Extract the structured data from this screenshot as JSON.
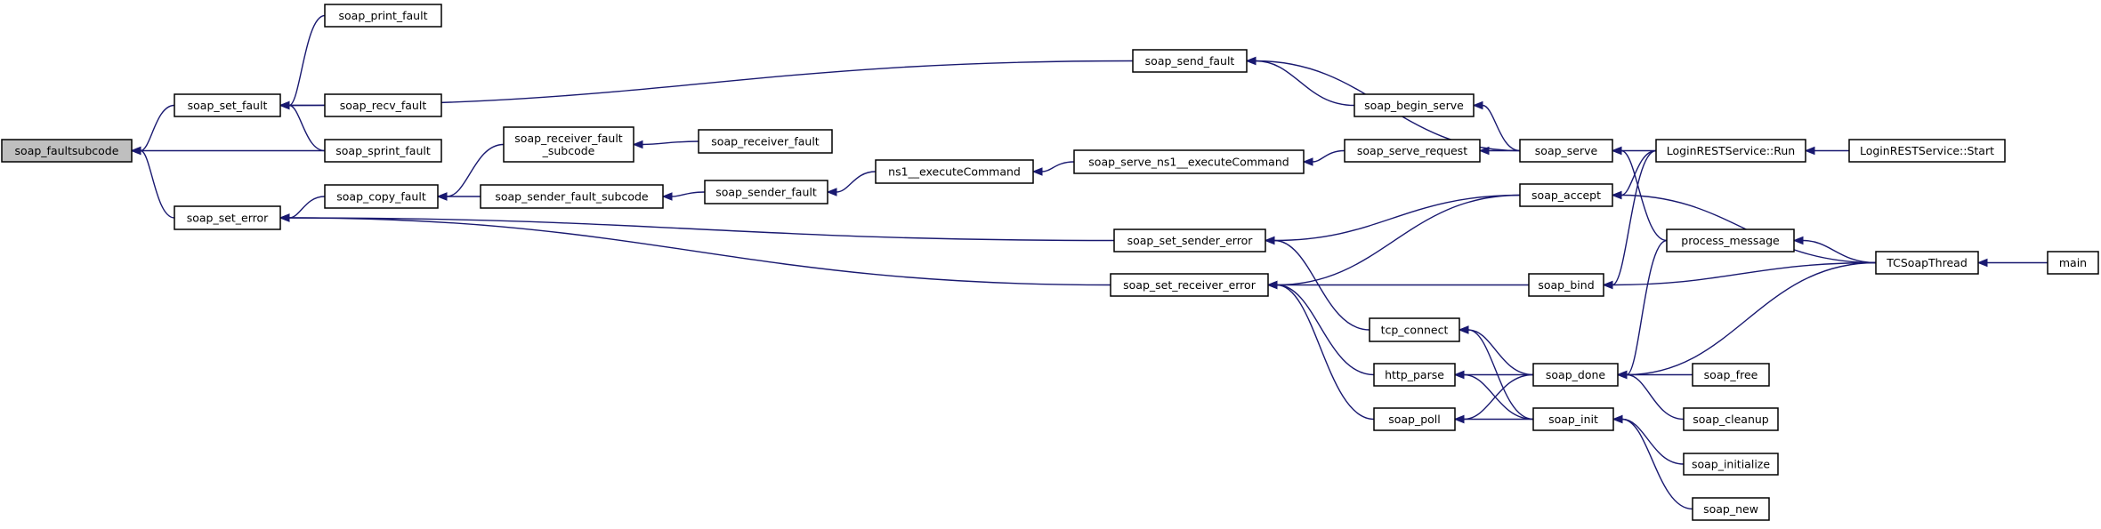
{
  "graph": {
    "title": "",
    "highlight_node": "soap_faultsubcode",
    "edge_color": "#191970",
    "nodes": [
      {
        "id": "soap_faultsubcode",
        "lines": [
          "soap_faultsubcode"
        ]
      },
      {
        "id": "soap_print_fault",
        "lines": [
          "soap_print_fault"
        ]
      },
      {
        "id": "soap_set_fault",
        "lines": [
          "soap_set_fault"
        ]
      },
      {
        "id": "soap_recv_fault",
        "lines": [
          "soap_recv_fault"
        ]
      },
      {
        "id": "soap_sprint_fault",
        "lines": [
          "soap_sprint_fault"
        ]
      },
      {
        "id": "soap_send_fault",
        "lines": [
          "soap_send_fault"
        ]
      },
      {
        "id": "soap_begin_serve",
        "lines": [
          "soap_begin_serve"
        ]
      },
      {
        "id": "soap_serve",
        "lines": [
          "soap_serve"
        ]
      },
      {
        "id": "LoginRESTService_Run",
        "lines": [
          "LoginRESTService::Run"
        ]
      },
      {
        "id": "LoginRESTService_Start",
        "lines": [
          "LoginRESTService::Start"
        ]
      },
      {
        "id": "soap_receiver_fault_subcode",
        "lines": [
          "soap_receiver_fault",
          "_subcode"
        ]
      },
      {
        "id": "soap_receiver_fault",
        "lines": [
          "soap_receiver_fault"
        ]
      },
      {
        "id": "soap_set_error",
        "lines": [
          "soap_set_error"
        ]
      },
      {
        "id": "soap_copy_fault",
        "lines": [
          "soap_copy_fault"
        ]
      },
      {
        "id": "soap_sender_fault_subcode",
        "lines": [
          "soap_sender_fault_subcode"
        ]
      },
      {
        "id": "soap_sender_fault",
        "lines": [
          "soap_sender_fault"
        ]
      },
      {
        "id": "ns1__executeCommand",
        "lines": [
          "ns1__executeCommand"
        ]
      },
      {
        "id": "soap_serve_ns1__executeCommand",
        "lines": [
          "soap_serve_ns1__executeCommand"
        ]
      },
      {
        "id": "soap_serve_request",
        "lines": [
          "soap_serve_request"
        ]
      },
      {
        "id": "soap_accept",
        "lines": [
          "soap_accept"
        ]
      },
      {
        "id": "soap_set_sender_error",
        "lines": [
          "soap_set_sender_error"
        ]
      },
      {
        "id": "process_message",
        "lines": [
          "process_message"
        ]
      },
      {
        "id": "TCSoapThread",
        "lines": [
          "TCSoapThread"
        ]
      },
      {
        "id": "main",
        "lines": [
          "main"
        ]
      },
      {
        "id": "soap_set_receiver_error",
        "lines": [
          "soap_set_receiver_error"
        ]
      },
      {
        "id": "soap_bind",
        "lines": [
          "soap_bind"
        ]
      },
      {
        "id": "tcp_connect",
        "lines": [
          "tcp_connect"
        ]
      },
      {
        "id": "http_parse",
        "lines": [
          "http_parse"
        ]
      },
      {
        "id": "soap_done",
        "lines": [
          "soap_done"
        ]
      },
      {
        "id": "soap_free",
        "lines": [
          "soap_free"
        ]
      },
      {
        "id": "soap_cleanup",
        "lines": [
          "soap_cleanup"
        ]
      },
      {
        "id": "soap_poll",
        "lines": [
          "soap_poll"
        ]
      },
      {
        "id": "soap_init",
        "lines": [
          "soap_init"
        ]
      },
      {
        "id": "soap_initialize",
        "lines": [
          "soap_initialize"
        ]
      },
      {
        "id": "soap_new",
        "lines": [
          "soap_new"
        ]
      }
    ],
    "edges": [
      [
        "soap_set_fault",
        "soap_faultsubcode"
      ],
      [
        "soap_set_error",
        "soap_faultsubcode"
      ],
      [
        "soap_sprint_fault",
        "soap_faultsubcode"
      ],
      [
        "soap_print_fault",
        "soap_set_fault"
      ],
      [
        "soap_recv_fault",
        "soap_set_fault"
      ],
      [
        "soap_sprint_fault",
        "soap_set_fault"
      ],
      [
        "soap_send_fault",
        "soap_set_fault"
      ],
      [
        "soap_begin_serve",
        "soap_send_fault"
      ],
      [
        "soap_serve",
        "soap_send_fault"
      ],
      [
        "soap_serve",
        "soap_begin_serve"
      ],
      [
        "LoginRESTService_Run",
        "soap_serve"
      ],
      [
        "process_message",
        "soap_serve"
      ],
      [
        "LoginRESTService_Start",
        "LoginRESTService_Run"
      ],
      [
        "soap_copy_fault",
        "soap_set_error"
      ],
      [
        "soap_set_sender_error",
        "soap_set_error"
      ],
      [
        "soap_set_receiver_error",
        "soap_set_error"
      ],
      [
        "soap_receiver_fault_subcode",
        "soap_copy_fault"
      ],
      [
        "soap_sender_fault_subcode",
        "soap_copy_fault"
      ],
      [
        "soap_receiver_fault",
        "soap_receiver_fault_subcode"
      ],
      [
        "soap_sender_fault",
        "soap_sender_fault_subcode"
      ],
      [
        "ns1__executeCommand",
        "soap_sender_fault"
      ],
      [
        "soap_serve_ns1__executeCommand",
        "ns1__executeCommand"
      ],
      [
        "soap_serve_request",
        "soap_serve_ns1__executeCommand"
      ],
      [
        "soap_serve",
        "soap_serve_request"
      ],
      [
        "soap_accept",
        "soap_set_sender_error"
      ],
      [
        "tcp_connect",
        "soap_set_sender_error"
      ],
      [
        "soap_accept",
        "soap_set_receiver_error"
      ],
      [
        "soap_bind",
        "soap_set_receiver_error"
      ],
      [
        "http_parse",
        "soap_set_receiver_error"
      ],
      [
        "soap_poll",
        "soap_set_receiver_error"
      ],
      [
        "LoginRESTService_Run",
        "soap_accept"
      ],
      [
        "TCSoapThread",
        "soap_accept"
      ],
      [
        "LoginRESTService_Run",
        "soap_bind"
      ],
      [
        "TCSoapThread",
        "soap_bind"
      ],
      [
        "TCSoapThread",
        "process_message"
      ],
      [
        "main",
        "TCSoapThread"
      ],
      [
        "process_message",
        "soap_done"
      ],
      [
        "TCSoapThread",
        "soap_done"
      ],
      [
        "soap_free",
        "soap_done"
      ],
      [
        "soap_cleanup",
        "soap_done"
      ],
      [
        "soap_done",
        "tcp_connect"
      ],
      [
        "soap_init",
        "tcp_connect"
      ],
      [
        "soap_done",
        "http_parse"
      ],
      [
        "soap_init",
        "http_parse"
      ],
      [
        "soap_done",
        "soap_poll"
      ],
      [
        "soap_init",
        "soap_poll"
      ],
      [
        "soap_initialize",
        "soap_init"
      ],
      [
        "soap_new",
        "soap_init"
      ]
    ]
  }
}
